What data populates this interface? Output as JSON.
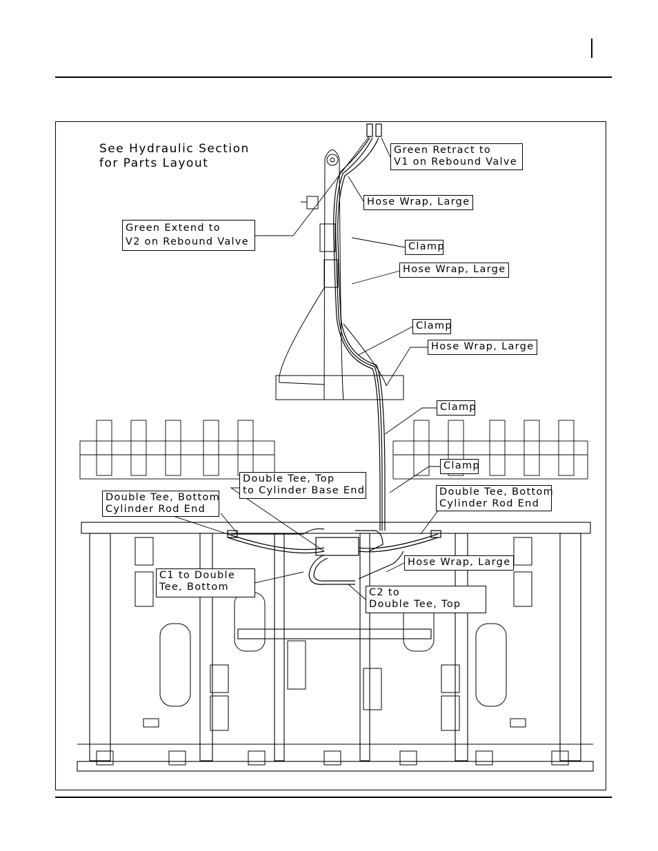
{
  "note": {
    "line1": "See Hydraulic Section",
    "line2": "for Parts Layout"
  },
  "callouts": {
    "green_retract": [
      "Green Retract to",
      "V1 on Rebound Valve"
    ],
    "hose_wrap_1": [
      "Hose Wrap, Large"
    ],
    "green_extend": [
      "Green Extend to",
      "V2 on Rebound Valve"
    ],
    "clamp_1": [
      "Clamp"
    ],
    "hose_wrap_2": [
      "Hose Wrap, Large"
    ],
    "clamp_2": [
      "Clamp"
    ],
    "hose_wrap_3": [
      "Hose Wrap, Large"
    ],
    "clamp_3": [
      "Clamp"
    ],
    "clamp_4": [
      "Clamp"
    ],
    "double_tee_top": [
      "Double Tee, Top",
      "to Cylinder Base End"
    ],
    "double_tee_bottom_left": [
      "Double Tee, Bottom",
      "Cylinder Rod End"
    ],
    "double_tee_bottom_right": [
      "Double Tee, Bottom",
      "Cylinder Rod End"
    ],
    "hose_wrap_4": [
      "Hose Wrap, Large"
    ],
    "c1": [
      "C1 to Double",
      "Tee, Bottom"
    ],
    "c2": [
      "C2 to",
      "Double Tee, Top"
    ]
  }
}
